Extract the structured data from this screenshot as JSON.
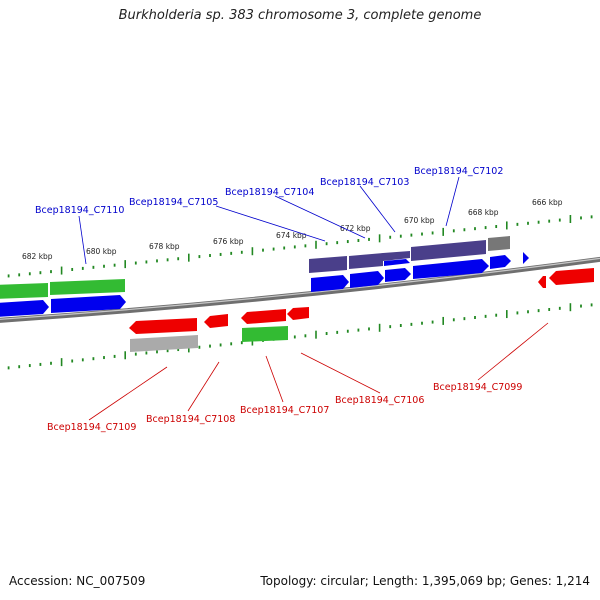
{
  "title": "Burkholderia sp. 383 chromosome 3, complete genome",
  "footer": {
    "accession": "Accession: NC_007509",
    "summary": "Topology: circular; Length: 1,395,069 bp; Genes: 1,214"
  },
  "scale_labels": [
    "666 kbp",
    "668 kbp",
    "670 kbp",
    "672 kbp",
    "674 kbp",
    "676 kbp",
    "678 kbp",
    "680 kbp",
    "682 kbp"
  ],
  "forward_labels": [
    "Bcep18194_C7110",
    "Bcep18194_C7105",
    "Bcep18194_C7104",
    "Bcep18194_C7103",
    "Bcep18194_C7102"
  ],
  "reverse_labels": [
    "Bcep18194_C7109",
    "Bcep18194_C7108",
    "Bcep18194_C7107",
    "Bcep18194_C7106",
    "Bcep18194_C7099"
  ],
  "colors": {
    "forward_label": "#0000cc",
    "reverse_label": "#cc0000",
    "cds_forward": "#0000ee",
    "cds_reverse": "#ee0000",
    "gene_green": "#33bb33",
    "gene_purple": "#4a3f8a",
    "gene_gray": "#777777",
    "backbone": "#808080",
    "tick": "#228822"
  }
}
